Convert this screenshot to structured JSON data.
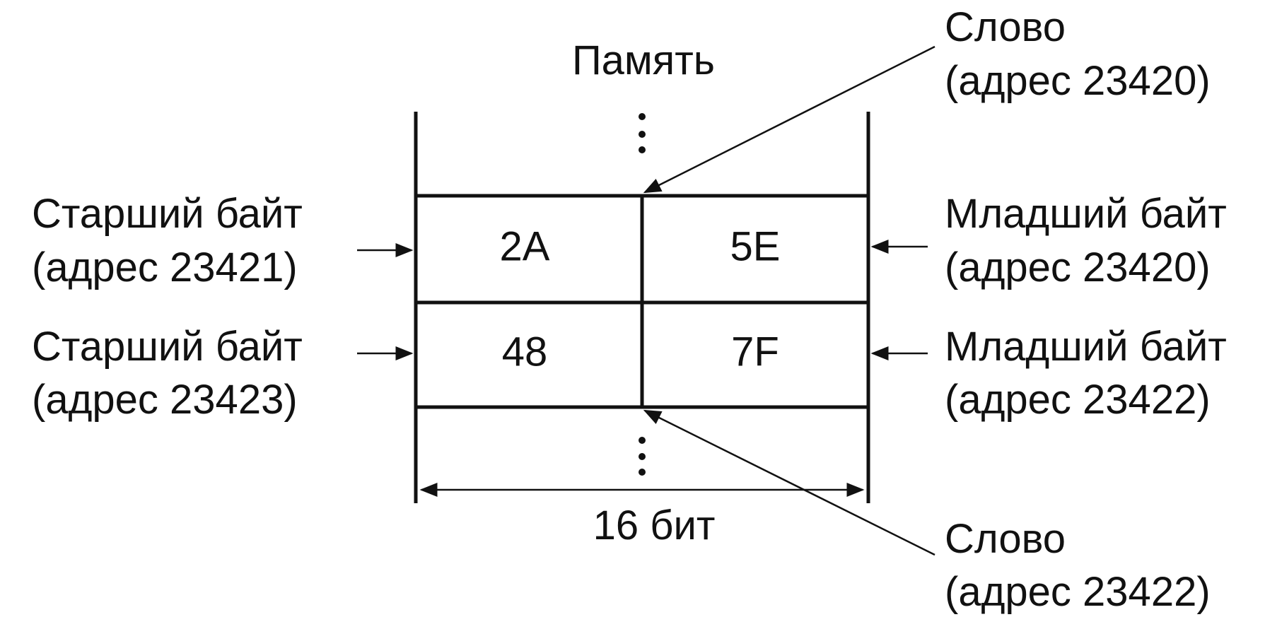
{
  "title": "Память",
  "memory_cells": [
    {
      "high_byte": "2A",
      "low_byte": "5E"
    },
    {
      "high_byte": "48",
      "low_byte": "7F"
    }
  ],
  "width_label": "16 бит",
  "left_labels": [
    {
      "line1": "Старший байт",
      "line2": "(адрес 23421)"
    },
    {
      "line1": "Старший байт",
      "line2": "(адрес 23423)"
    }
  ],
  "right_labels": [
    {
      "line1": "Младший байт",
      "line2": "(адрес 23420)"
    },
    {
      "line1": "Младший байт",
      "line2": "(адрес 23422)"
    }
  ],
  "word_labels": [
    {
      "line1": "Слово",
      "line2": "(адрес 23420)"
    },
    {
      "line1": "Слово",
      "line2": "(адрес 23422)"
    }
  ],
  "colors": {
    "ink": "#111111",
    "background": "#ffffff"
  }
}
